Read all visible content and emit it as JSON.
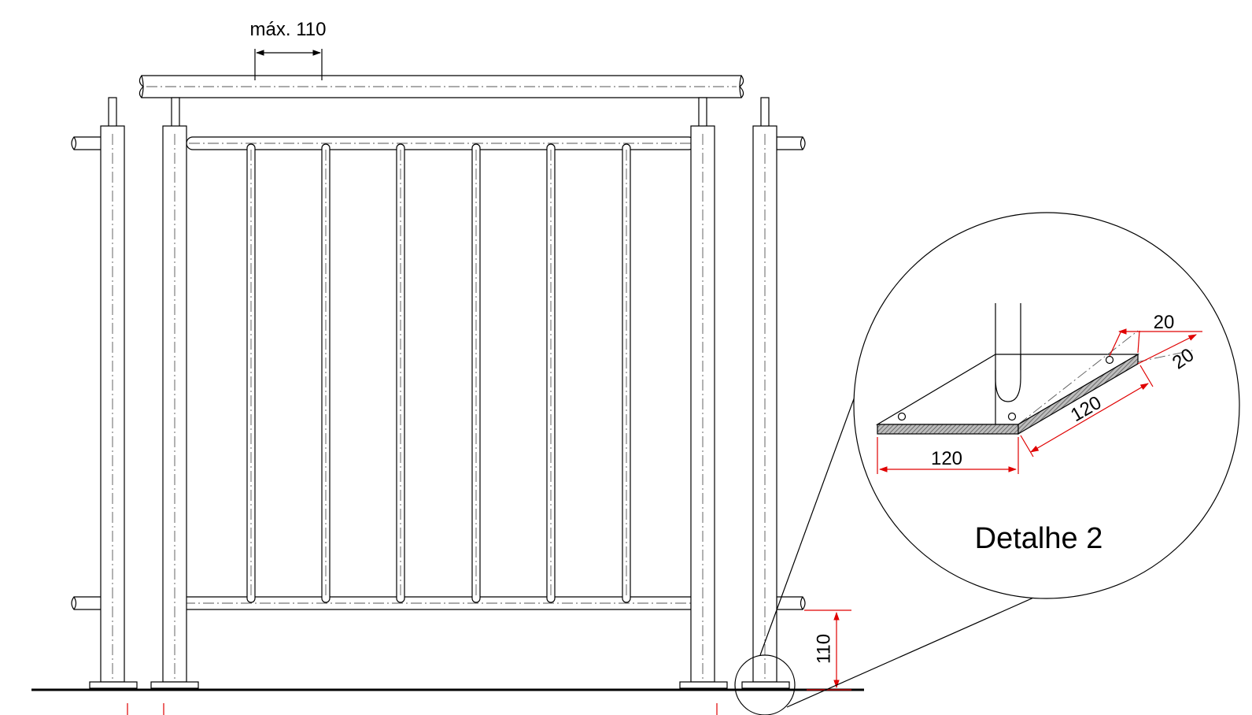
{
  "labels": {
    "max_spacing": "máx. 110",
    "height_above_floor": "110",
    "detail_title": "Detalhe 2",
    "plate_width": "120",
    "plate_depth": "120",
    "hole_offset_x": "20",
    "hole_offset_y": "20"
  },
  "colors": {
    "line": "#000000",
    "dimension": "#e00000",
    "centerline": "#555555",
    "hatch": "#777777"
  }
}
